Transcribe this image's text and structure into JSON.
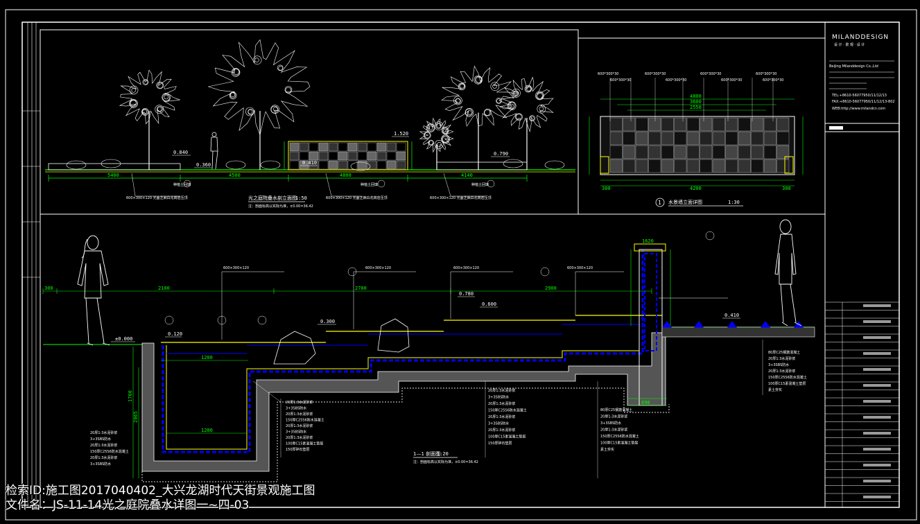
{
  "colors": {
    "background": "#000000",
    "frame": "#ffffff",
    "dimension": "#00ff00",
    "water": "#0000ff",
    "coping": "#ffff00",
    "annotation": "#ffffff",
    "concrete": "#cccccc",
    "trees": "#ffffff",
    "titleblock_gray": "#9a9a9a"
  },
  "titleblock": {
    "brand": "MILANDDESIGN",
    "company_line": "Beijing Milanddesign Co.,Ltd",
    "tel": "TEL:+8610-56077950/11/12/13",
    "fax": "FAX:+8610-56077950/11/12/13-802",
    "web": "WEB:http://www.milandcn.com"
  },
  "elevation": {
    "dims": [
      "5400",
      "4500",
      "4800",
      "4140"
    ],
    "levels": [
      "0.840",
      "0.360",
      "0.410",
      "1.520",
      "0.790"
    ],
    "caption": "光之庭院叠水剖立面图",
    "scale": "1:50",
    "note": "注：剖面标高以实际为准，±0.00=36.42"
  },
  "wall_detail": {
    "dims_top": [
      "4800",
      "3600",
      "2550"
    ],
    "dims_bottom": [
      "300",
      "4200",
      "300"
    ],
    "label": "600*300*30",
    "caption": "水景墙立面详图",
    "scale": "1:30",
    "number": "1"
  },
  "section": {
    "dims": [
      "300",
      "2100",
      "2700",
      "2900",
      "1620",
      "1200",
      "1200",
      "1760",
      "2065",
      "690"
    ],
    "levels": [
      "±0.000",
      "0.120",
      "0.300",
      "0.780",
      "0.600",
      "0.410"
    ],
    "caption": "1—1 剖面图",
    "scale": "1:20",
    "note": "注：剖面标高以实际为准，±0.00=36.42",
    "callout_top": "600×300×120",
    "callouts_left": [
      "20厚1:3水泥砂浆",
      "3+3SBS防水",
      "20厚1:3水泥砂浆",
      "150厚C25S6防水混凝土",
      "20厚1:3水泥砂浆",
      "3+3SBS防水",
      "20厚1:3水泥砂浆",
      "100厚C15素混凝土垫层",
      "150厚碎石垫层"
    ],
    "callouts_right": [
      "80厚C25钢筋混凝土",
      "20厚1:3水泥砂浆",
      "3+3SBS防水",
      "20厚1:3水泥砂浆",
      "150厚C25S6防水混凝土",
      "100厚C15素混凝土垫层",
      "素土夯实"
    ]
  },
  "overlay": {
    "line1": "检索ID:施工图2017040402_大兴龙湖时代天街景观施工图",
    "line2": "文件名：JS-11-14光之庭院叠水详图一~四-03"
  }
}
